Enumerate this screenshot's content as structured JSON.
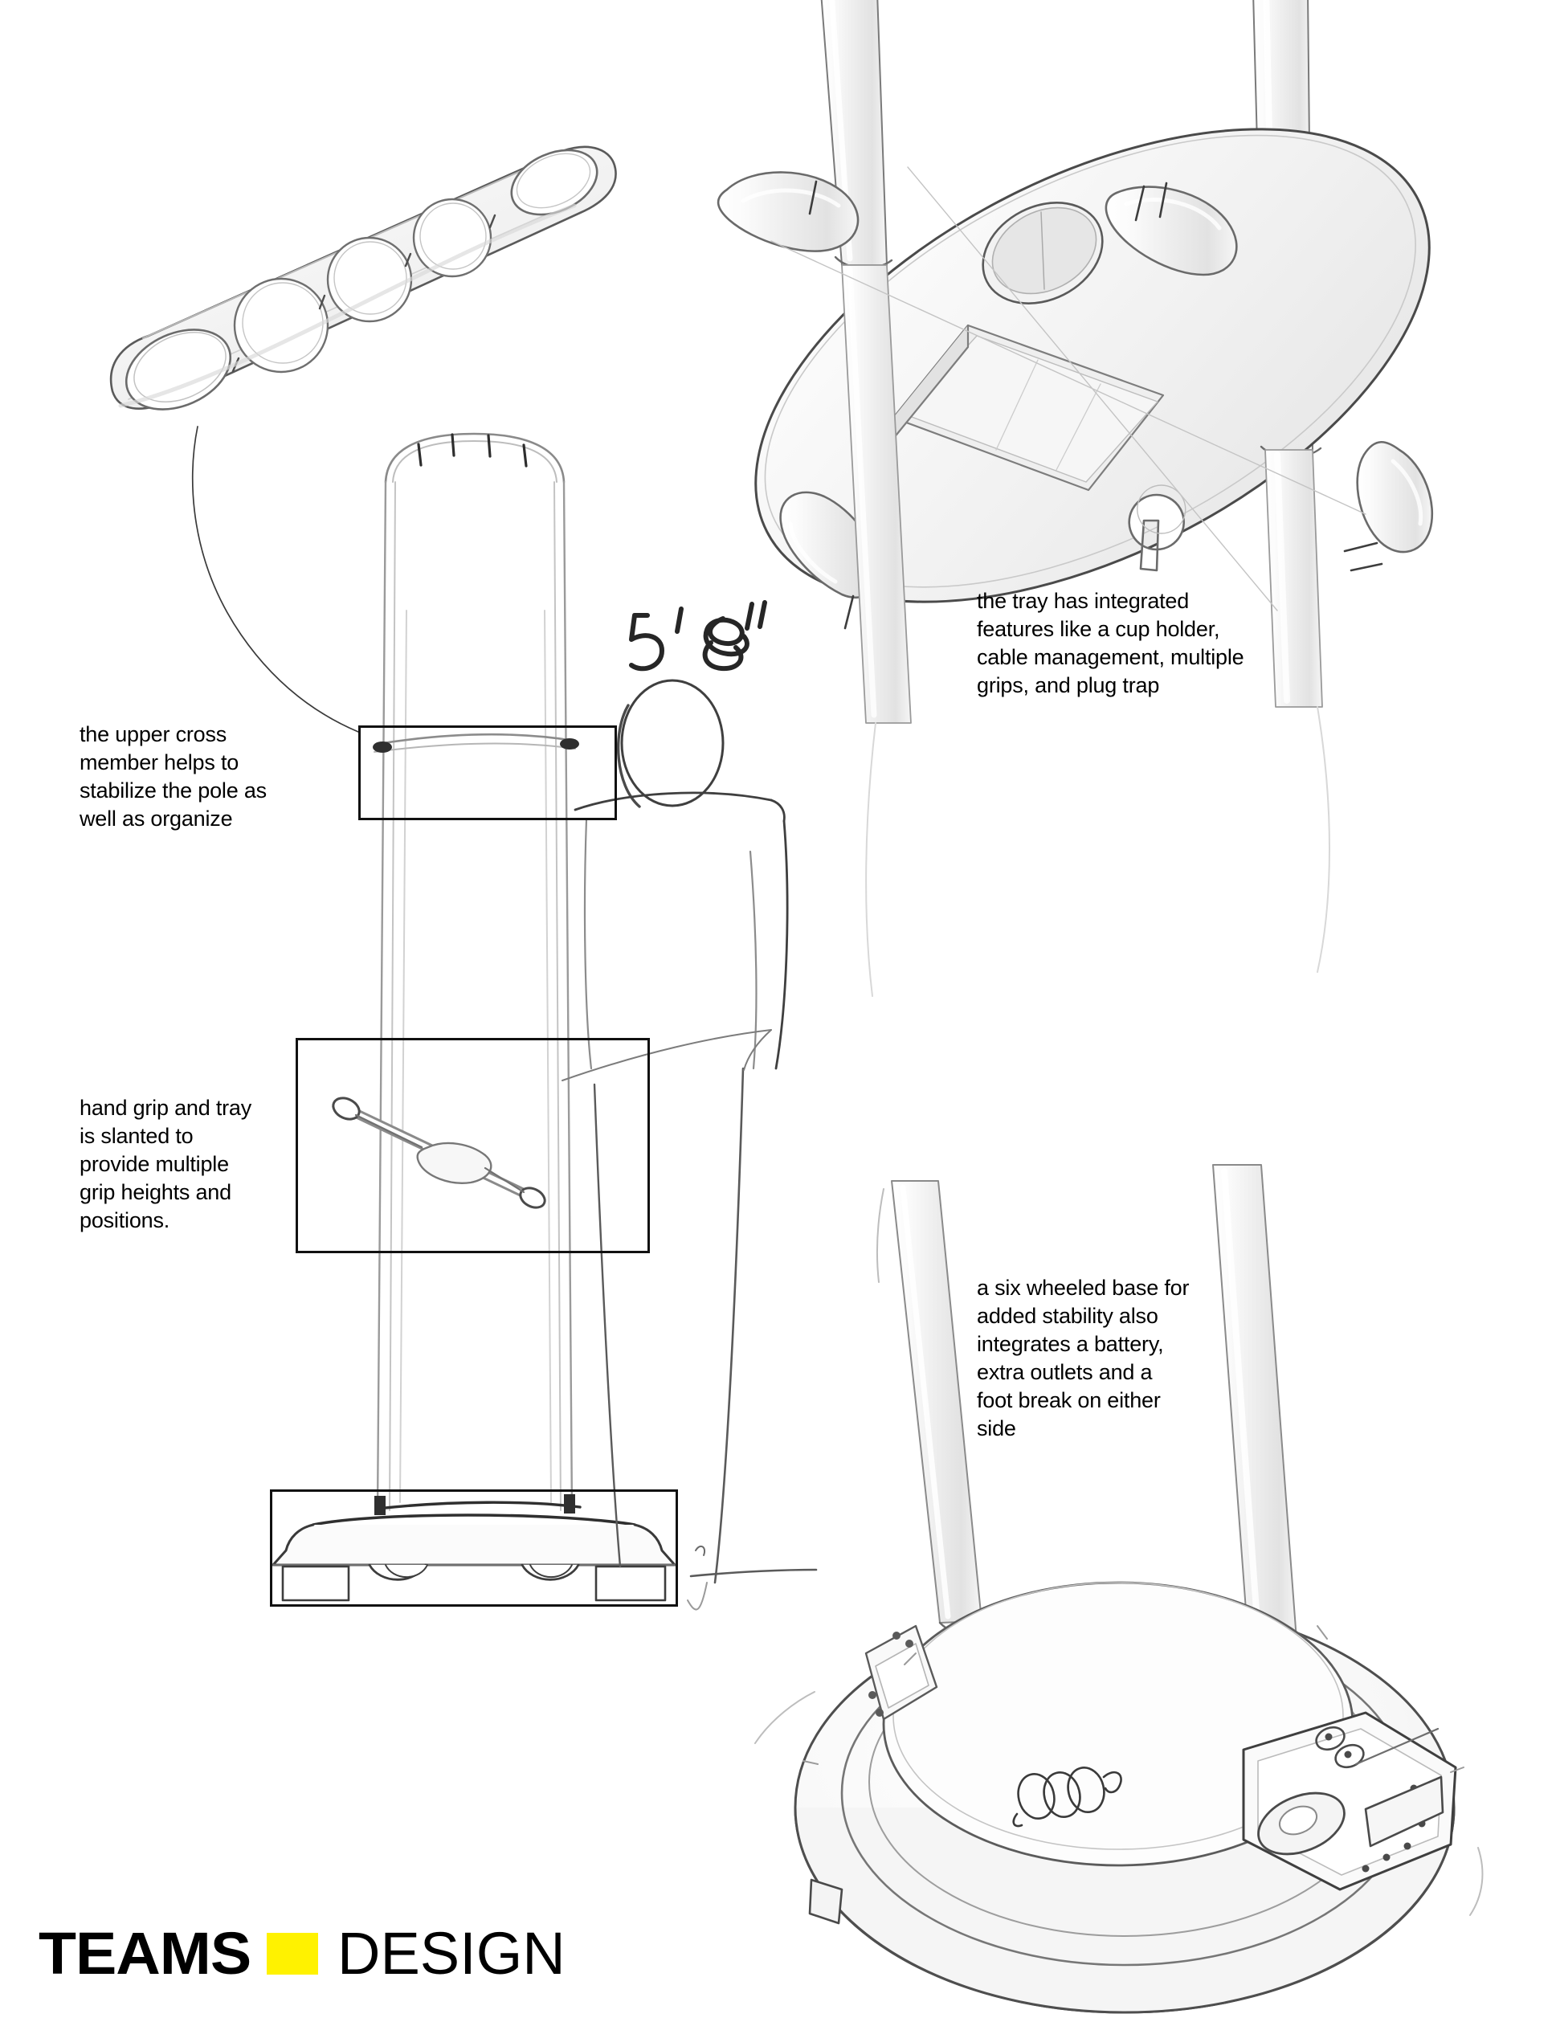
{
  "document": {
    "type": "industrial-design-concept-sketch-sheet",
    "background_color": "#ffffff",
    "ink_color": "#333333"
  },
  "annotations": [
    {
      "id": "upper-cross-member",
      "text": "the upper cross\nmember helps to\nstabilize the pole as\nwell as organize"
    },
    {
      "id": "tray-features",
      "text": "the tray has integrated\nfeatures like a cup holder,\ncable management, multiple\ngrips, and plug trap"
    },
    {
      "id": "hand-grip",
      "text": "hand grip and tray\nis slanted to\nprovide multiple\ngrip heights and\npositions."
    },
    {
      "id": "six-wheeled-base",
      "text": "a six wheeled base for\nadded stability also\nintegrates a battery,\nextra outlets and a\nfoot break on either\nside"
    }
  ],
  "dimension_note": {
    "label": "5' 8\"",
    "style": "handwritten"
  },
  "sketches": [
    {
      "id": "cross-member-part",
      "label": "upper cross member part study"
    },
    {
      "id": "tray-assembly",
      "label": "tray assembly three-quarter view"
    },
    {
      "id": "front-elevation",
      "label": "cart front elevation with human scale figure"
    },
    {
      "id": "wheeled-base",
      "label": "six wheeled base three-quarter view"
    }
  ],
  "callout_boxes": [
    {
      "id": "callout-cross-member"
    },
    {
      "id": "callout-hand-grip"
    },
    {
      "id": "callout-base"
    }
  ],
  "logo": {
    "word_bold": "TEAMS",
    "word_light": "DESIGN",
    "swatch_color": "#FFF200"
  }
}
